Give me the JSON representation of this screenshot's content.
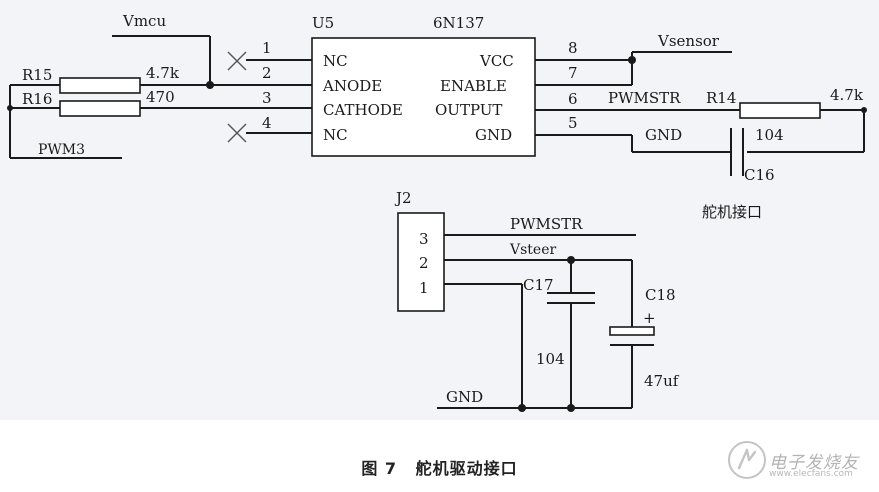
{
  "schematic": {
    "u5": {
      "ref": "U5",
      "part": "6N137",
      "pins_left": [
        {
          "num": "1",
          "name": "NC"
        },
        {
          "num": "2",
          "name": "ANODE"
        },
        {
          "num": "3",
          "name": "CATHODE"
        },
        {
          "num": "4",
          "name": "NC"
        }
      ],
      "pins_right": [
        {
          "num": "8",
          "name": "VCC"
        },
        {
          "num": "7",
          "name": "ENABLE"
        },
        {
          "num": "6",
          "name": "OUTPUT"
        },
        {
          "num": "5",
          "name": "GND"
        }
      ]
    },
    "r15": {
      "ref": "R15",
      "value": "4.7k"
    },
    "r16": {
      "ref": "R16",
      "value": "470"
    },
    "r14": {
      "ref": "R14",
      "value": "4.7k"
    },
    "c16": {
      "ref": "C16",
      "value": "104"
    },
    "c17": {
      "ref": "C17",
      "value": "104"
    },
    "c18": {
      "ref": "C18",
      "value": "47uf",
      "polarity": "+"
    },
    "j2": {
      "ref": "J2",
      "pins": [
        "3",
        "2",
        "1"
      ]
    },
    "nets": {
      "vmcu": "Vmcu",
      "vsensor": "Vsensor",
      "pwm3": "PWM3",
      "pwmstr_top": "PWMSTR",
      "gnd_top": "GND",
      "pwmstr_j2": "PWMSTR",
      "vsteer": "Vsteer",
      "gnd_bottom": "GND"
    },
    "servo_label": "舵机接口"
  },
  "caption": {
    "fig": "图 7",
    "title": "舵机驱动接口"
  },
  "watermark": {
    "text": "电子发烧友",
    "url": "www.elecfans.com"
  }
}
